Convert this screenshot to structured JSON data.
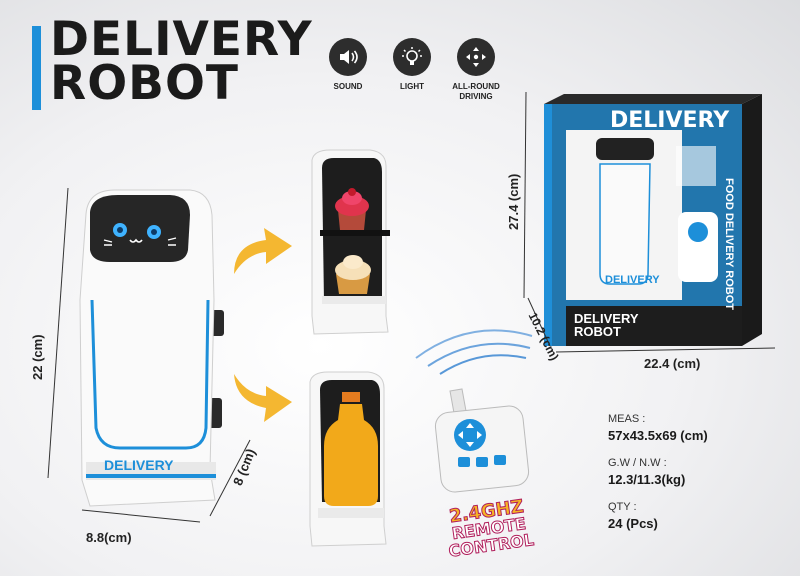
{
  "title": {
    "line1": "DELIVERY",
    "line2": "ROBOT"
  },
  "features": [
    {
      "icon": "speaker-icon",
      "label": "SOUND"
    },
    {
      "icon": "bulb-icon",
      "label": "LIGHT"
    },
    {
      "icon": "arrows-icon",
      "label": "ALL-ROUND\nDRIVING"
    }
  ],
  "robot": {
    "brand": "DELIVERY"
  },
  "dimensions": {
    "height": "22 (cm)",
    "width": "8.8(cm)",
    "depth": "8 (cm)"
  },
  "box": {
    "brand": "DELIVERY",
    "name_line1": "DELIVERY",
    "name_line2": "ROBOT",
    "side_text": "FOOD DELIVERY ROBOT",
    "height": "27.4 (cm)",
    "width": "22.4 (cm)",
    "depth": "10.2 (cm)"
  },
  "remote_badge": {
    "line1": "2.4GHZ",
    "line2": "REMOTE",
    "line3": "CONTROL"
  },
  "specs": {
    "meas_label": "MEAS :",
    "meas_value": "57x43.5x69 (cm)",
    "weight_label": "G.W / N.W :",
    "weight_value": "12.3/11.3(kg)",
    "qty_label": "QTY :",
    "qty_value": "24 (Pcs)"
  },
  "colors": {
    "accent": "#1d8fd9",
    "arrow": "#f4b731",
    "dark": "#2d2d2d"
  }
}
